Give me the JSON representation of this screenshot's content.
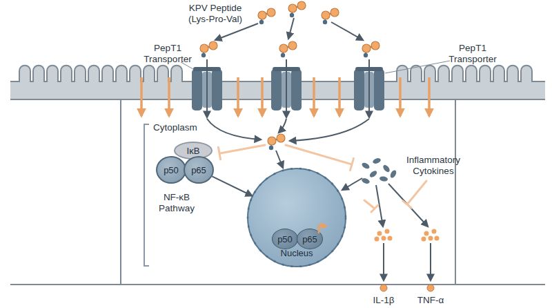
{
  "diagram": {
    "nodes": [
      {
        "text": [
          "IκB"
        ]
      },
      {
        "text": [
          "p50"
        ]
      },
      {
        "text": [
          "p65"
        ]
      },
      {
        "text": [
          "Nucleus"
        ]
      },
      {
        "text": [
          "p50"
        ],
        "in": 3
      },
      {
        "text": [
          "p65"
        ],
        "in": 3
      }
    ],
    "edges": [
      {
        "from": 2,
        "to": 3,
        "arrow": "to"
      }
    ],
    "labels": [
      "KPV Peptide (Lys-Pro-Val)",
      "PepT1 Transporter",
      "PepT1 Transporter",
      "Cytoplasm",
      "NF-κB Pathway",
      "Inflammatory Cytokines",
      "IL-1β",
      "TNF-α"
    ]
  }
}
